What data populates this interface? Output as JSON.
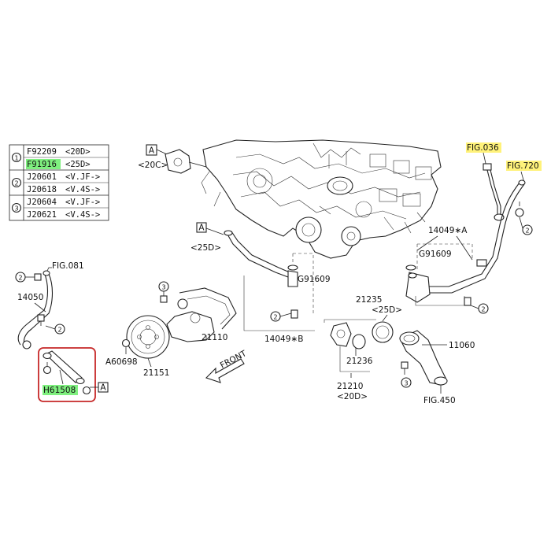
{
  "colors": {
    "green_highlight": "#7ff07f",
    "yellow_highlight": "#fff27a",
    "red_box": "#c62828",
    "ink": "#111111"
  },
  "table": {
    "rows": [
      {
        "group": "1",
        "code": "F92209",
        "spec": "<20D>"
      },
      {
        "group": "",
        "code": "F91916",
        "spec": "<25D>"
      },
      {
        "group": "2",
        "code": "J20601",
        "spec": "<V.JF->"
      },
      {
        "group": "",
        "code": "J20618",
        "spec": "<V.4S->"
      },
      {
        "group": "3",
        "code": "J20604",
        "spec": "<V.JF->"
      },
      {
        "group": "",
        "code": "J20621",
        "spec": "<V.4S->"
      }
    ]
  },
  "labels": {
    "a_box_top": "A",
    "code_20c": "<20C>",
    "a_box_mid": "A",
    "code_25d_mid": "<25D>",
    "fig036": "FIG.036",
    "fig720": "FIG.720",
    "p14049a": "14049∗A",
    "g91609_right": "G91609",
    "fig081": "FIG.081",
    "p14050": "14050",
    "g91609_mid": "G91609",
    "p21235": "21235",
    "code_25d_right": "<25D>",
    "p11060": "11060",
    "p21110": "21110",
    "p14049b": "14049∗B",
    "front": "FRONT",
    "a60698": "A60698",
    "p21151": "21151",
    "p21236": "21236",
    "p21210": "21210",
    "code_20d": "<20D>",
    "fig450": "FIG.450",
    "h61508": "H61508",
    "a_box_bottom": "A"
  },
  "callouts": {
    "c_14050_top": "2",
    "c_14050_bot": "2",
    "c_21110": "3",
    "c_14049b": "2",
    "c_fig720": "2",
    "c_14049a": "2",
    "c_11060": "3"
  }
}
